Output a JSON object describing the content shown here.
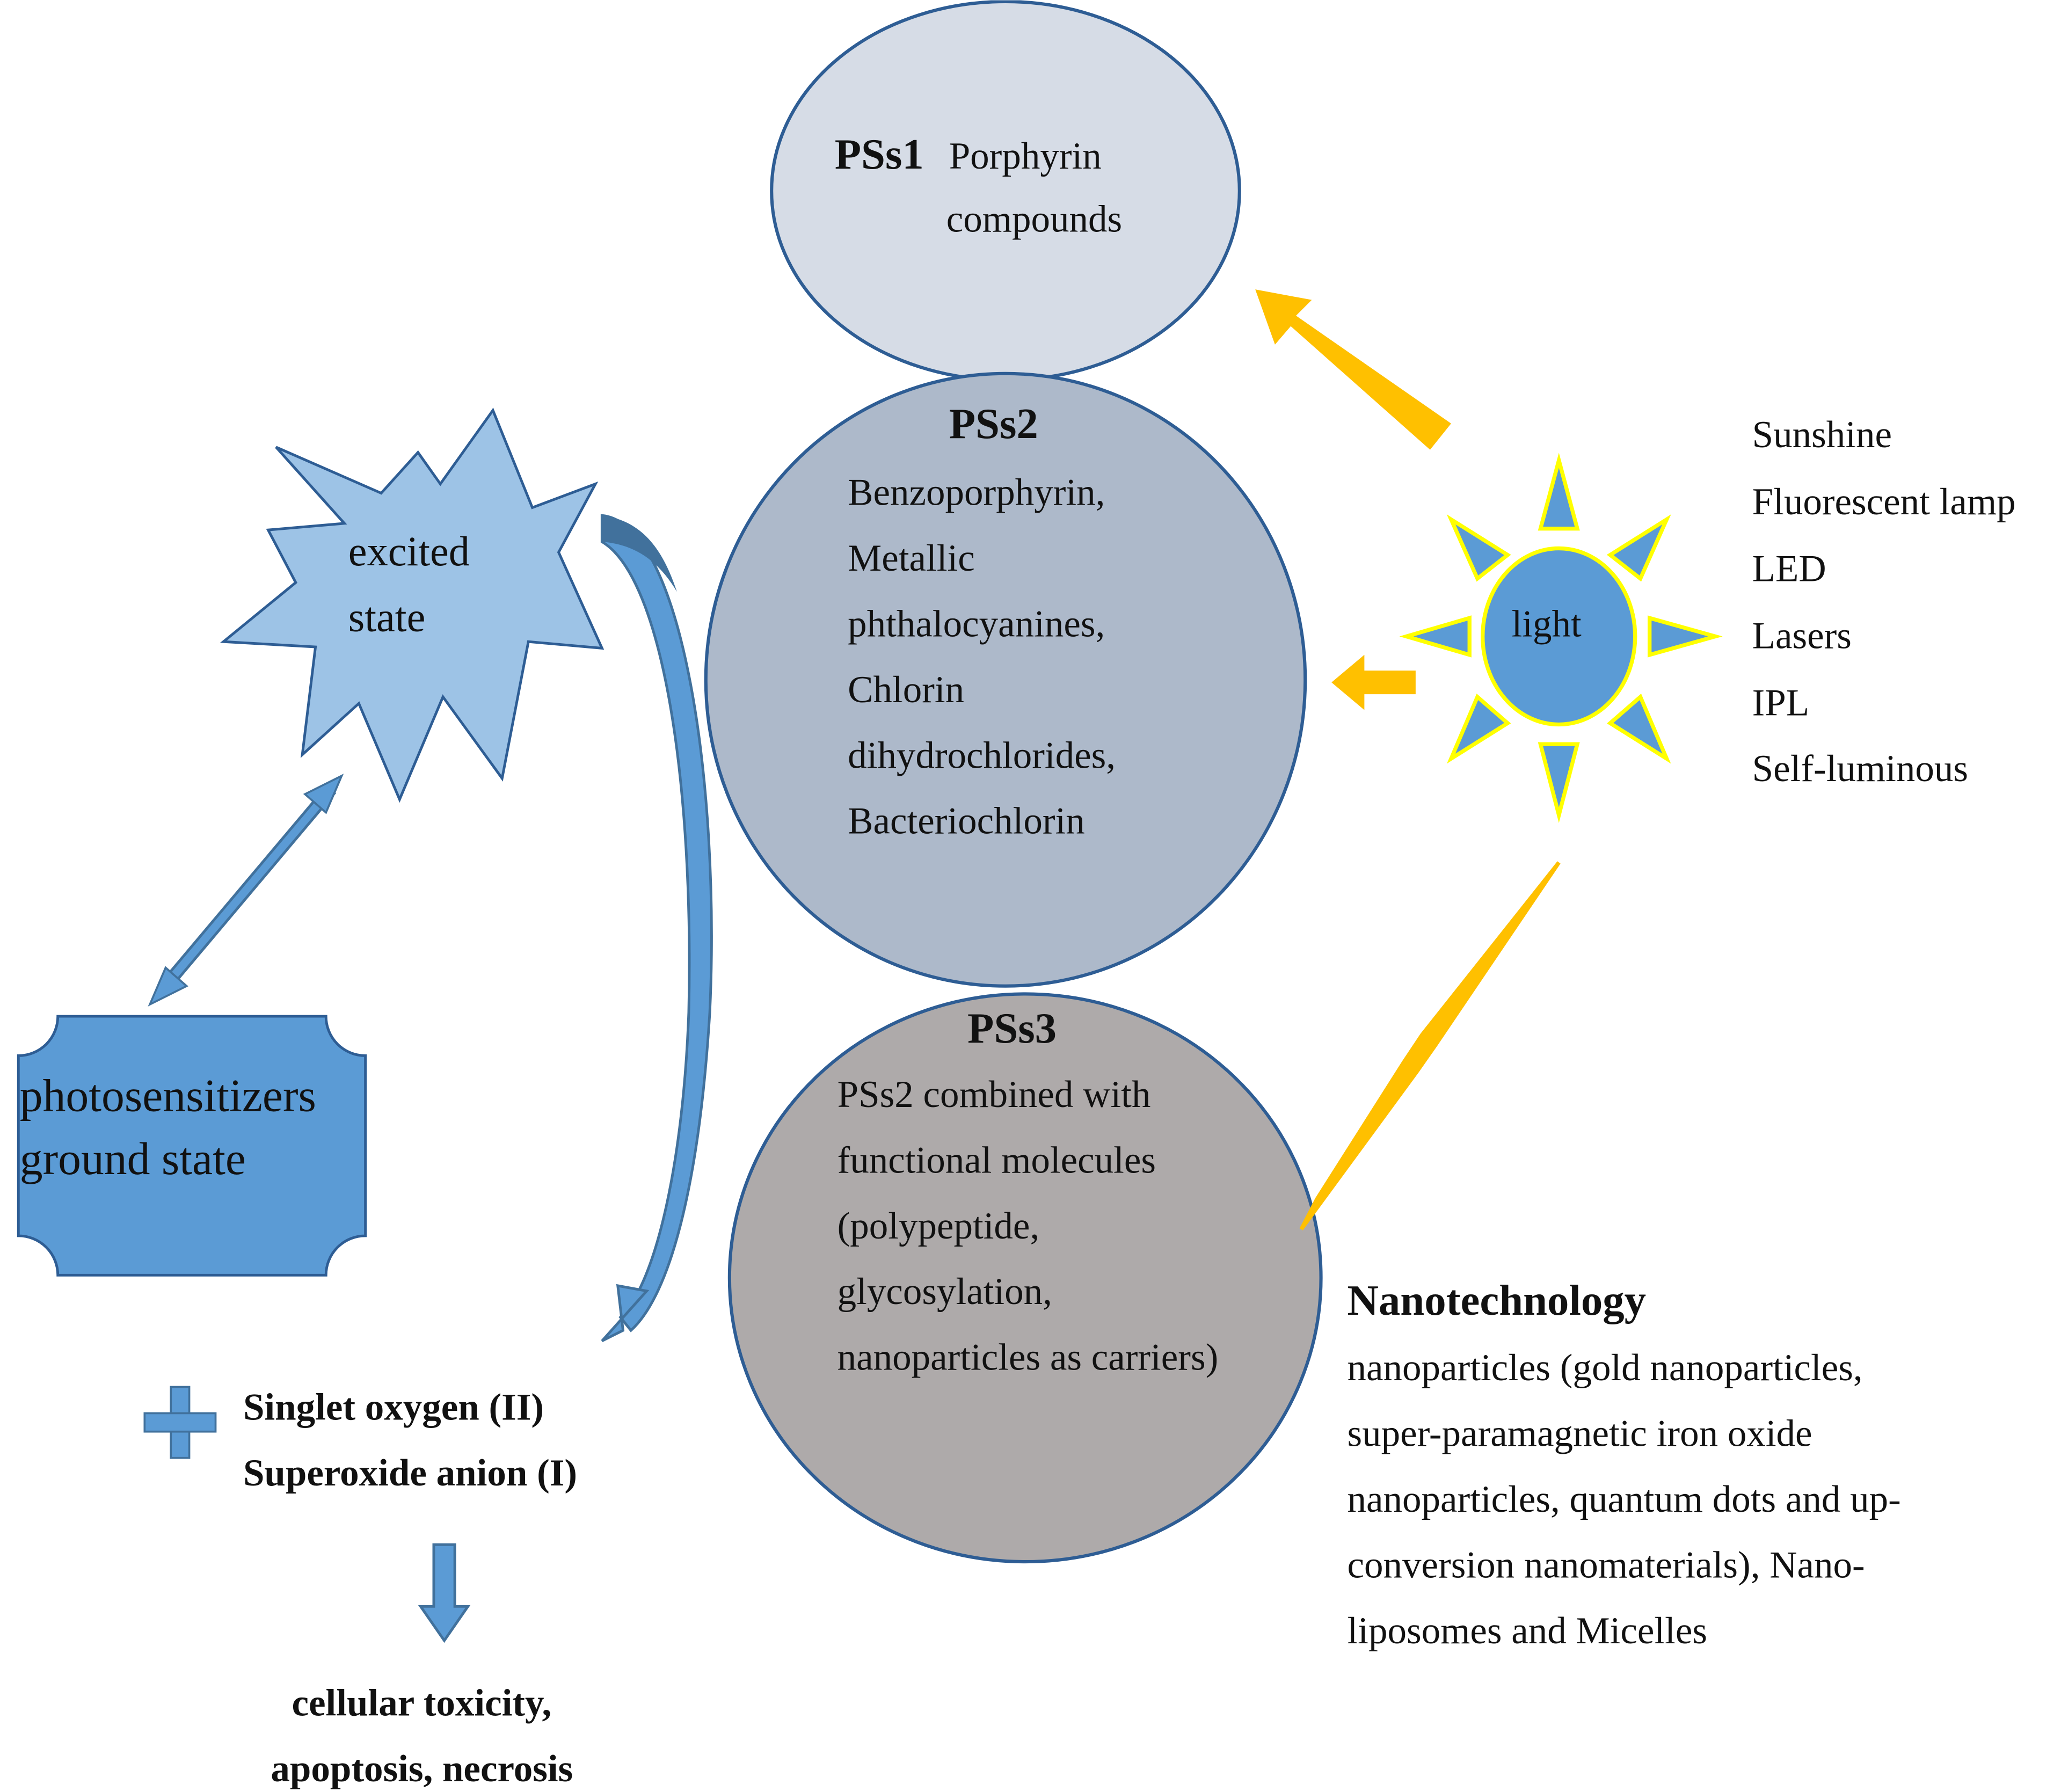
{
  "pss1": {
    "title": "PSs1",
    "line1": "Porphyrin",
    "line2": "compounds"
  },
  "pss2": {
    "title": "PSs2",
    "lines": [
      "Benzoporphyrin,",
      "Metallic",
      "phthalocyanines,",
      "Chlorin",
      "dihydrochlorides,",
      "Bacteriochlorin"
    ]
  },
  "pss3": {
    "title": "PSs3",
    "lines": [
      "PSs2 combined with",
      "functional molecules",
      "(polypeptide,",
      "glycosylation,",
      "nanoparticles as carriers)"
    ]
  },
  "excited": {
    "lines": [
      "excited",
      "state"
    ]
  },
  "ground": {
    "lines": [
      "photosensitizers",
      "ground state"
    ]
  },
  "light": {
    "label": "light"
  },
  "sources": [
    "Sunshine",
    "Fluorescent lamp",
    "LED",
    "Lasers",
    "IPL",
    "Self-luminous"
  ],
  "products": [
    "Singlet oxygen (II)",
    "Superoxide anion (I)"
  ],
  "outcome": [
    "cellular toxicity,",
    "apoptosis, necrosis"
  ],
  "nano": {
    "title": "Nanotechnology",
    "lines": [
      "nanoparticles (gold nanoparticles,",
      "super-paramagnetic iron oxide",
      "nanoparticles, quantum dots and up-",
      "conversion nanomaterials),  Nano-",
      "liposomes and Micelles"
    ]
  },
  "colors": {
    "pss1_fill": "#d6dce6",
    "pss2_fill": "#adb9ca",
    "pss3_fill": "#aeaaaa",
    "circle_stroke": "#2e5d94",
    "blue": "#5b9bd5",
    "light_blue": "#9dc3e6",
    "dark_blue": "#41719c",
    "orange": "#ffc000",
    "sun_ray_stroke": "#ffff00"
  }
}
